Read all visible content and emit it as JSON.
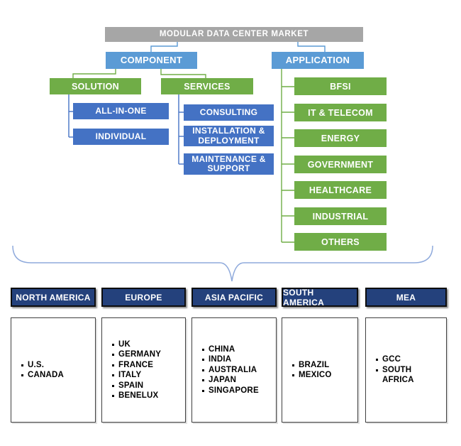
{
  "tree": {
    "root": {
      "label": "MODULAR DATA CENTER MARKET"
    },
    "component": {
      "label": "COMPONENT",
      "solution": {
        "label": "SOLUTION",
        "items": [
          "ALL-IN-ONE",
          "INDIVIDUAL"
        ]
      },
      "services": {
        "label": "SERVICES",
        "items": [
          "CONSULTING",
          "INSTALLATION & DEPLOYMENT",
          "MAINTENANCE & SUPPORT"
        ]
      }
    },
    "application": {
      "label": "APPLICATION",
      "items": [
        "BFSI",
        "IT & TELECOM",
        "ENERGY",
        "GOVERNMENT",
        "HEALTHCARE",
        "INDUSTRIAL",
        "OTHERS"
      ]
    }
  },
  "regions": [
    {
      "name": "NORTH AMERICA",
      "countries": [
        "U.S.",
        "CANADA"
      ]
    },
    {
      "name": "EUROPE",
      "countries": [
        "UK",
        "GERMANY",
        "FRANCE",
        "ITALY",
        "SPAIN",
        "BENELUX"
      ]
    },
    {
      "name": "ASIA PACIFIC",
      "countries": [
        "CHINA",
        "INDIA",
        "AUSTRALIA",
        "JAPAN",
        "SINGAPORE"
      ]
    },
    {
      "name": "SOUTH AMERICA",
      "countries": [
        "BRAZIL",
        "MEXICO"
      ]
    },
    {
      "name": "MEA",
      "countries": [
        "GCC",
        "SOUTH AFRICA"
      ]
    }
  ],
  "colors": {
    "root_gray": "#A6A6A6",
    "level1_blue": "#5B9BD5",
    "segment_green": "#70AD47",
    "segment_blue": "#4472C4",
    "region_navy": "#24417C",
    "brace_blue": "#8FAADC"
  }
}
